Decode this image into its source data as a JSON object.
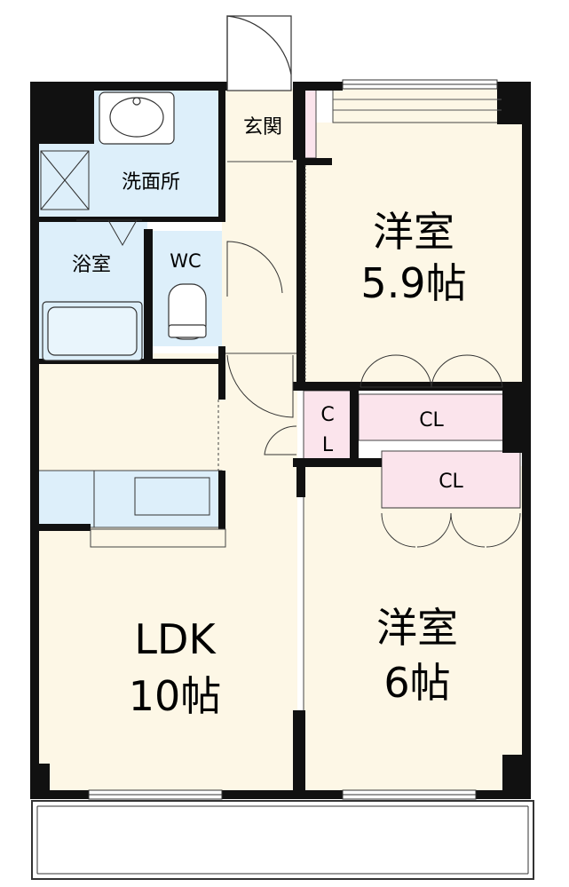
{
  "floorplan": {
    "rooms": {
      "western_room_1": {
        "name": "洋室",
        "size": "5.9帖"
      },
      "western_room_2": {
        "name": "洋室",
        "size": "6帖"
      },
      "ldk": {
        "name": "LDK",
        "size": "10帖"
      },
      "entrance": {
        "name": "玄関"
      },
      "washroom": {
        "name": "洗面所"
      },
      "bathroom": {
        "name": "浴室"
      },
      "toilet": {
        "name": "WC"
      },
      "hall_closet": {
        "line1": "C",
        "line2": "L"
      },
      "closet_upper": {
        "name": "CL"
      },
      "closet_lower": {
        "name": "CL"
      }
    },
    "colors": {
      "room_fill": "#fdf7e6",
      "wet_area_fill": "#ddeffa",
      "closet_fill": "#fbe4ec",
      "wall": "#111111",
      "balcony_line": "#333333"
    }
  }
}
